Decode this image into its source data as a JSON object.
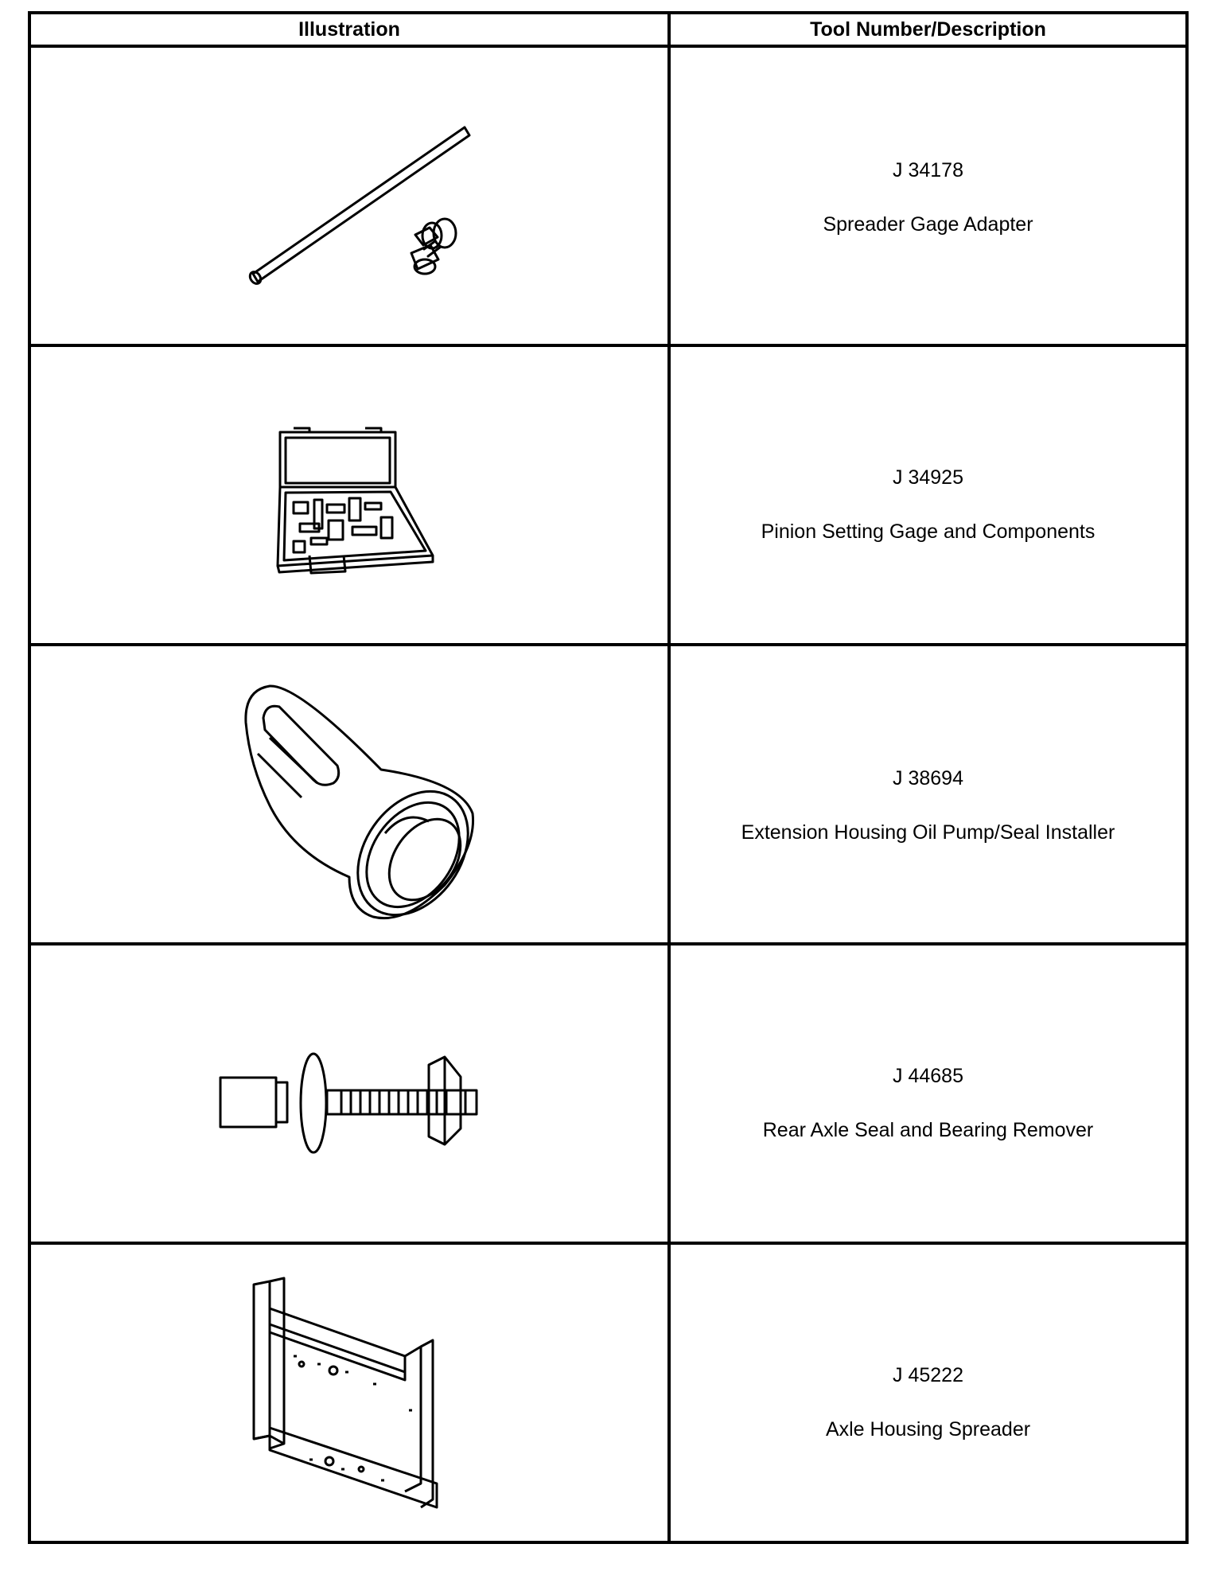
{
  "table": {
    "headers": {
      "illustration": "Illustration",
      "description": "Tool Number/Description"
    },
    "rows": [
      {
        "number": "J 34178",
        "description": "Spreader Gage Adapter",
        "illustration_icon": "rod-and-adapter-icon"
      },
      {
        "number": "J 34925",
        "description": "Pinion Setting Gage and Components",
        "illustration_icon": "gage-kit-case-icon"
      },
      {
        "number": "J 38694",
        "description": "Extension Housing Oil Pump/Seal Installer",
        "illustration_icon": "seal-installer-icon"
      },
      {
        "number": "J 44685",
        "description": "Rear Axle Seal and Bearing Remover",
        "illustration_icon": "seal-remover-screw-icon"
      },
      {
        "number": "J 45222",
        "description": "Axle Housing Spreader",
        "illustration_icon": "housing-spreader-frame-icon"
      }
    ]
  }
}
